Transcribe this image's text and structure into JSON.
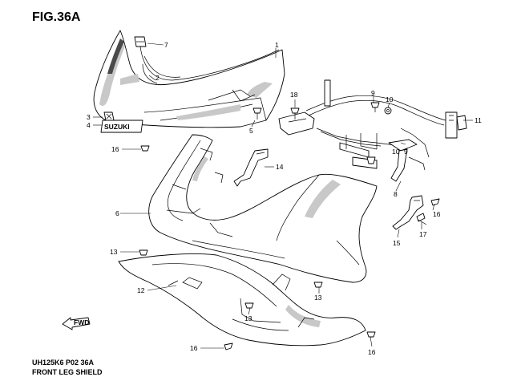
{
  "figure": {
    "title": "FIG.36A",
    "code": "UH125K6 P02 36A",
    "name": "FRONT LEG SHIELD",
    "brand_mark": "SUZUKI",
    "direction_label": "FWD"
  },
  "callouts": [
    {
      "id": "1",
      "label": "1"
    },
    {
      "id": "2",
      "label": "2"
    },
    {
      "id": "3",
      "label": "3"
    },
    {
      "id": "4",
      "label": "4"
    },
    {
      "id": "5",
      "label": "5"
    },
    {
      "id": "6",
      "label": "6"
    },
    {
      "id": "7",
      "label": "7"
    },
    {
      "id": "8",
      "label": "8"
    },
    {
      "id": "9",
      "label": "9"
    },
    {
      "id": "10",
      "label": "10"
    },
    {
      "id": "10b",
      "label": "10"
    },
    {
      "id": "9b",
      "label": "9"
    },
    {
      "id": "11",
      "label": "11"
    },
    {
      "id": "12",
      "label": "12"
    },
    {
      "id": "13a",
      "label": "13"
    },
    {
      "id": "13b",
      "label": "13"
    },
    {
      "id": "13c",
      "label": "13"
    },
    {
      "id": "14",
      "label": "14"
    },
    {
      "id": "15",
      "label": "15"
    },
    {
      "id": "16a",
      "label": "16"
    },
    {
      "id": "16b",
      "label": "16"
    },
    {
      "id": "16c",
      "label": "16"
    },
    {
      "id": "16d",
      "label": "16"
    },
    {
      "id": "17",
      "label": "17"
    },
    {
      "id": "18",
      "label": "18"
    }
  ]
}
